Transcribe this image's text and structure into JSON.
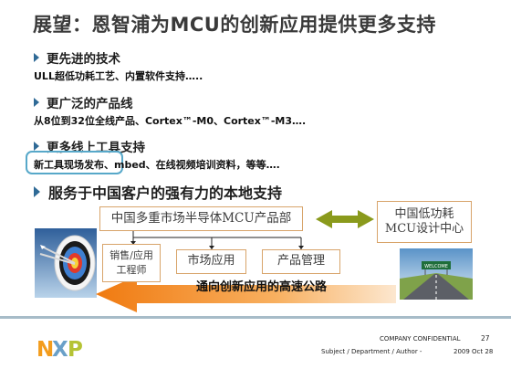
{
  "title": "展望：恩智浦为MCU的创新应用提供更多支持",
  "bullets": [
    {
      "heading": "更先进的技术",
      "detail": "ULL超低功耗工艺、内置软件支持….."
    },
    {
      "heading": "更广泛的产品线",
      "detail": "从8位到32位全线产品、Cortex™-M0、Cortex™-M3…."
    },
    {
      "heading": "更多线上工具支持",
      "detail": "新工具现场发布、mbed、在线视频培训资料，等等…."
    }
  ],
  "section": "服务于中国客户的强有力的本地支持",
  "diagram": {
    "main_box": "中国多重市场半导体MCU产品部",
    "china_box": "中国低功耗\nMCU设计中心",
    "sub_boxes": [
      "销售/应用\n工程师",
      "市场应用",
      "产品管理"
    ],
    "road_caption": "通向创新应用的高速公路",
    "sign_text": "WELCOME"
  },
  "footer": {
    "logo": "NXP",
    "confidential": "COMPANY CONFIDENTIAL",
    "page_number": "27",
    "meta": "Subject / Department / Author -",
    "date": "2009 Oct 28"
  },
  "colors": {
    "title": "#3a3a3a",
    "bullet_triangle": "#2f6a96",
    "box_border": "#d8a46a",
    "highlight": "#57a8c9",
    "double_arrow": "#8a9a1c",
    "road_arrow": "#f0891a",
    "footer_line": "#a7bcc8",
    "logo_orange": "#f39c1c",
    "logo_blue": "#6aa0c8",
    "logo_green": "#b5c334"
  },
  "icons": [
    "target-icon",
    "highway-icon",
    "nxp-logo"
  ]
}
